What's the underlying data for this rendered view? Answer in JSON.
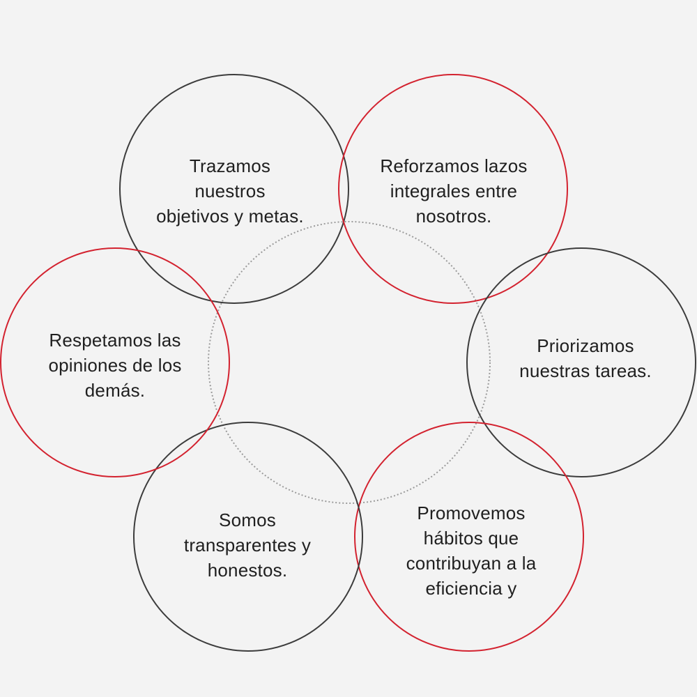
{
  "colors": {
    "background": "#f3f3f3",
    "dark_ring": "#3c3c3c",
    "red_ring": "#d3222f",
    "center_ring": "#9a9a9a",
    "text": "#1f1f1f"
  },
  "nodes": [
    {
      "id": "top-left",
      "ring": "dark",
      "lines": [
        "Trazamos",
        "nuestros",
        "objetivos y metas."
      ]
    },
    {
      "id": "top-right",
      "ring": "red",
      "lines": [
        "Reforzamos lazos",
        "integrales entre",
        "nosotros."
      ]
    },
    {
      "id": "right",
      "ring": "dark",
      "lines": [
        "Priorizamos",
        "nuestras tareas."
      ]
    },
    {
      "id": "bottom-right",
      "ring": "red",
      "lines": [
        "Promovemos",
        "hábitos que",
        "contribuyan a la",
        "eficiencia y"
      ]
    },
    {
      "id": "bottom-left",
      "ring": "dark",
      "lines": [
        "Somos",
        "transparentes y",
        "honestos."
      ]
    },
    {
      "id": "left",
      "ring": "red",
      "lines": [
        "Respetamos las",
        "opiniones de los",
        "demás."
      ]
    }
  ]
}
